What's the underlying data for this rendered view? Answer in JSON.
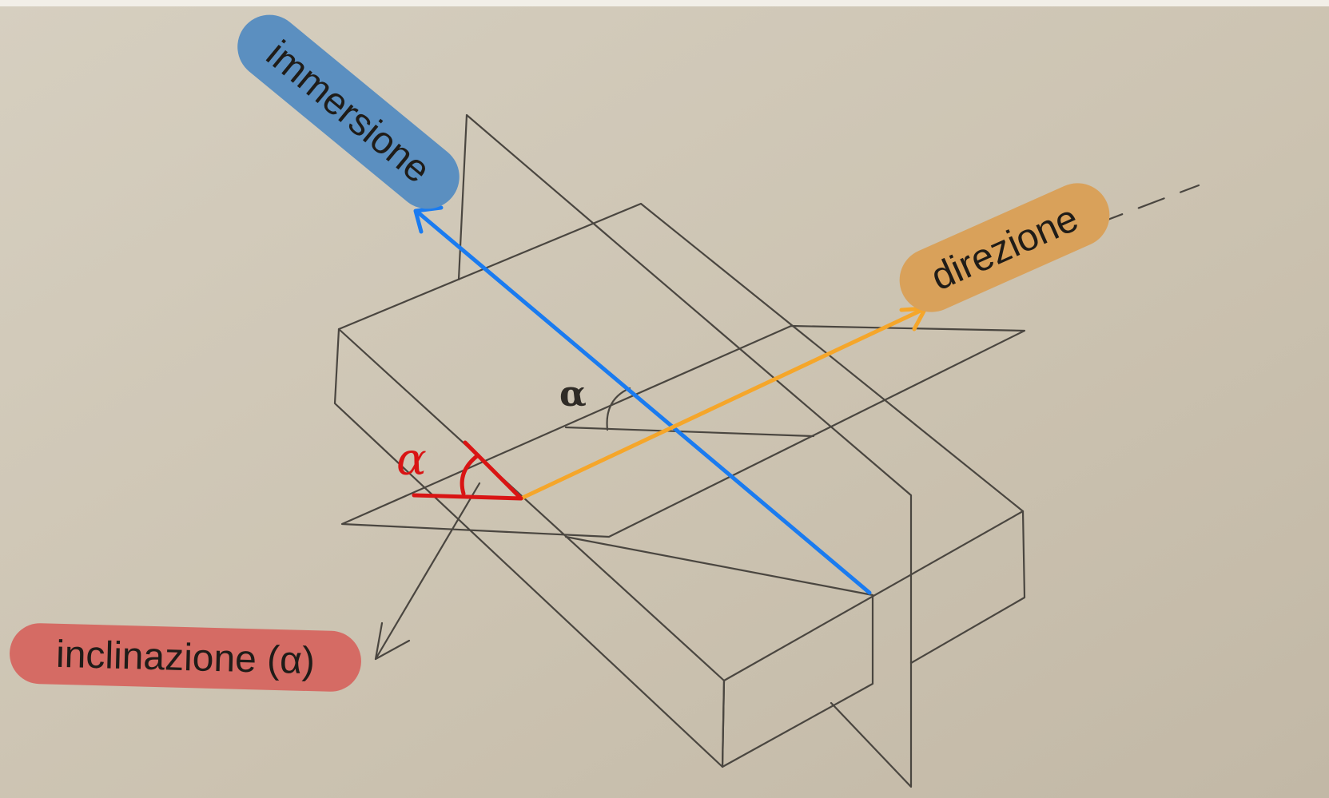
{
  "labels": {
    "immersione": {
      "text": "immersione",
      "color": "#5b8fc0"
    },
    "direzione": {
      "text": "direzione",
      "color": "#d9a15a"
    },
    "inclinazione": {
      "text": "inclinazione (α)",
      "color": "#d56b64"
    }
  },
  "angle_printed": "α",
  "angle_handwritten": "α",
  "colors": {
    "paper": "#cdc4b3",
    "line_art": "#4a4640",
    "dip_direction_arrow": "#1a7bf0",
    "strike_arrow": "#f5a62a",
    "handwritten_angle": "#d91414"
  }
}
